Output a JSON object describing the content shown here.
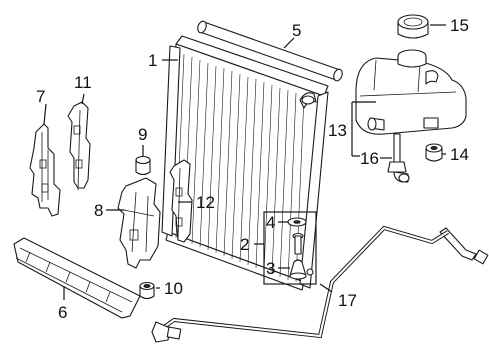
{
  "callouts": {
    "c1": "1",
    "c2": "2",
    "c3": "3",
    "c4": "4",
    "c5": "5",
    "c6": "6",
    "c7": "7",
    "c8": "8",
    "c9": "9",
    "c10": "10",
    "c11": "11",
    "c12": "12",
    "c13": "13",
    "c14": "14",
    "c15": "15",
    "c16": "16",
    "c17": "17"
  },
  "parts": {
    "radiator": "radiator-icon",
    "hose_5": "hose-icon",
    "expansion_tank": "expansion-tank-icon",
    "cap": "filler-cap-icon",
    "mount_14": "rubber-mount-icon",
    "sensor_16": "level-sensor-icon",
    "bracket_7": "bracket-icon",
    "bracket_11": "bracket-icon",
    "bracket_8": "bracket-icon",
    "bracket_12": "bracket-icon",
    "bushing_9": "bushing-icon",
    "bushing_10": "bushing-icon",
    "shroud_6": "lower-shroud-icon",
    "hardware_kit": "hardware-kit-icon",
    "line_17": "cooler-line-icon"
  }
}
